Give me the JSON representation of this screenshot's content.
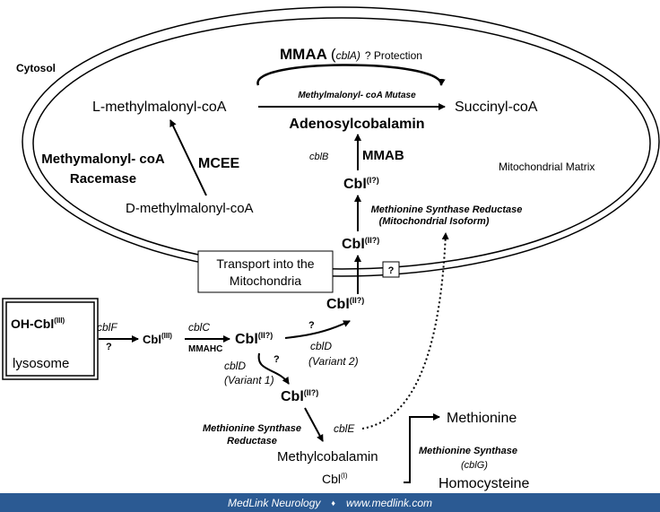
{
  "compartments": {
    "cytosol": "Cytosol",
    "matrix": "Mitochondrial Matrix",
    "lysosome": "lysosome"
  },
  "nodes": {
    "ohcbl": "OH-Cbl",
    "ohcbl_sup": "(III)",
    "cbl_iii": "Cbl",
    "cbl_iii_sup": "(III)",
    "cbl_mid": "Cbl",
    "cbl_mid_sup": "(II?)",
    "cbl_lower": "Cbl",
    "cbl_lower_sup": "(II?)",
    "cbl_upper": "Cbl",
    "cbl_upper_sup": "(II?)",
    "cbl_mito": "Cbl",
    "cbl_mito_sup": "(II?)",
    "cbl_top": "Cbl",
    "cbl_top_sup": "(I?)",
    "cbl_i": "Cbl",
    "cbl_i_sup": "(I)",
    "l_mmcoa": "L-methylmalonyl-coA",
    "d_mmcoa": "D-methylmalonyl-coA",
    "succinyl": "Succinyl-coA",
    "adocbl": "Adenosylcobalamin",
    "methylcobalamin": "Methylcobalamin",
    "methionine": "Methionine",
    "homocysteine": "Homocysteine"
  },
  "enzymes": {
    "mmaa": "MMAA",
    "mmaa_paren_open": "(",
    "mmaa_gene": "cblA)",
    "mmaa_note": "? Protection",
    "mutase": "Methylmalonyl- coA Mutase",
    "mmab": "MMAB",
    "cblb": "cblB",
    "mcee": "MCEE",
    "racemase_1": "Methymalonyl- coA",
    "racemase_2": "Racemase",
    "msr_mito_1": "Methionine Synthase Reductase",
    "msr_mito_2": "(Mitochondrial Isoform)",
    "transport_1": "Transport into the",
    "transport_2": "Mitochondria",
    "transport_q": "?",
    "cblf": "cblF",
    "q1": "?",
    "cblc": "cblC",
    "mmahc": "MMAHC",
    "q2": "?",
    "cbld_v2": "cblD",
    "variant2": "(Variant 2)",
    "q3": "?",
    "cbld_v1": "cblD",
    "variant1": "(Variant 1)",
    "msr_1": "Methionine Synthase",
    "msr_2": "Reductase",
    "cble": "cblE",
    "ms_1": "Methionine Synthase",
    "cblg": "(cblG)"
  },
  "footer": {
    "brand": "MedLink Neurology",
    "separator": "♦",
    "url": "www.medlink.com"
  },
  "colors": {
    "footer_bg": "#2b5a93",
    "ink": "#000000"
  }
}
